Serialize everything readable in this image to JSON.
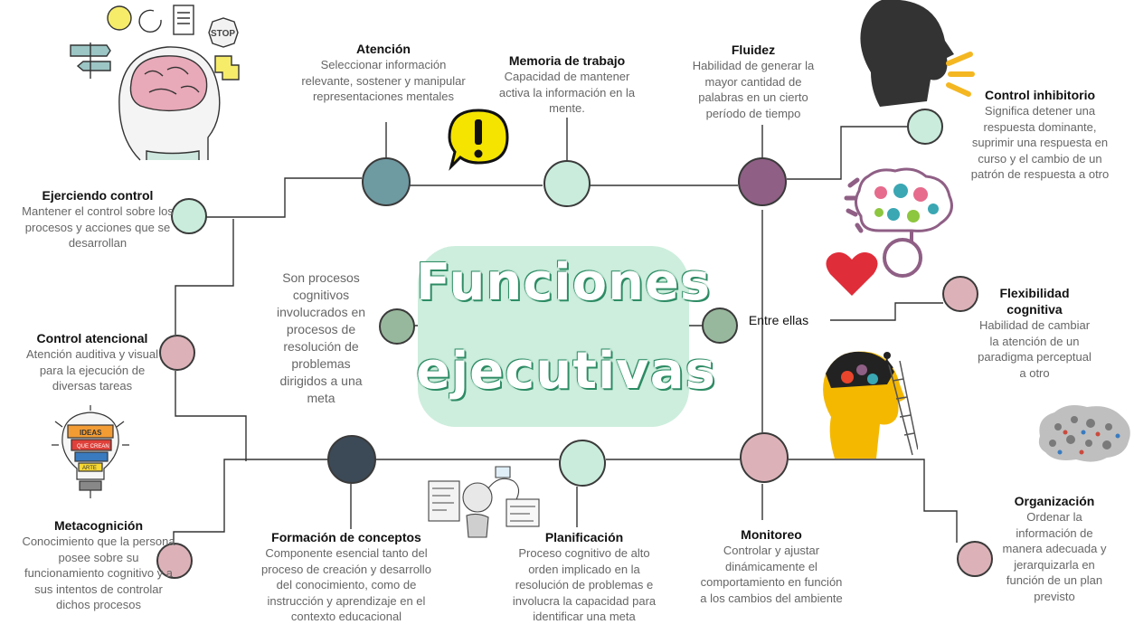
{
  "title": {
    "line1": "Funciones",
    "line2": "ejecutivas"
  },
  "center": {
    "intro": "Son procesos cognitivos involucrados en procesos de resolución de problemas dirigidos a una meta",
    "connector": "Entre ellas"
  },
  "functions": [
    {
      "id": "atencion",
      "title": "Atención",
      "desc": "Seleccionar información relevante, sostener y manipular representaciones mentales"
    },
    {
      "id": "memoria",
      "title": "Memoria de trabajo",
      "desc": "Capacidad de mantener activa la información en la mente."
    },
    {
      "id": "fluidez",
      "title": "Fluidez",
      "desc": "Habilidad de generar la mayor cantidad de palabras en un cierto período de tiempo"
    },
    {
      "id": "control-inhibitorio",
      "title": "Control inhibitorio",
      "desc": "Significa detener una respuesta dominante, suprimir una respuesta en curso y el cambio de un patrón de respuesta a otro"
    },
    {
      "id": "ejerciendo-control",
      "title": "Ejerciendo control",
      "desc": "Mantener el control sobre los procesos y acciones que se desarrollan"
    },
    {
      "id": "control-atencional",
      "title": "Control atencional",
      "desc": "Atención auditiva y visual para la ejecución de diversas tareas"
    },
    {
      "id": "flexibilidad",
      "title": "Flexibilidad cognitiva",
      "desc": "Habilidad de cambiar la atención de un paradigma perceptual a otro"
    },
    {
      "id": "metacognicion",
      "title": "Metacognición",
      "desc": "Conocimiento que la persona posee sobre su funcionamiento cognitivo y a sus intentos de controlar dichos procesos"
    },
    {
      "id": "formacion",
      "title": "Formación de conceptos",
      "desc": "Componente esencial tanto del proceso de creación y desarrollo del conocimiento, como de instrucción y aprendizaje en el contexto educacional"
    },
    {
      "id": "planificacion",
      "title": "Planificación",
      "desc": "Proceso cognitivo de alto orden implicado en la resolución de problemas e involucra la capacidad para identificar una meta"
    },
    {
      "id": "monitoreo",
      "title": "Monitoreo",
      "desc": "Controlar y ajustar dinámicamente el comportamiento en función a los cambios del ambiente"
    },
    {
      "id": "organizacion",
      "title": "Organización",
      "desc": "Ordenar la información de manera adecuada y jerarquizarla en función de un plan previsto"
    }
  ],
  "colors": {
    "teal": "#6e9aa2",
    "mint": "#c9ecdc",
    "plum": "#8f5f85",
    "pink": "#dcb2b8",
    "sage": "#98b89d",
    "navy": "#3c4a57",
    "line": "#333333",
    "title_fill": "#8fd7b3",
    "title_glow": "#cdeedd"
  },
  "illustrations": {
    "stop_sign": "STOP",
    "bulb_labels": [
      "IDEAS",
      "QUE CREAN",
      "ARTE"
    ]
  },
  "icons": [
    "head-brain-icon",
    "exclamation-bubble-icon",
    "speaking-head-icon",
    "brain-gears-heart-icon",
    "lightbulb-ideas-icon",
    "sketch-notes-icon",
    "head-gears-ladder-icon",
    "brain-collage-icon"
  ]
}
